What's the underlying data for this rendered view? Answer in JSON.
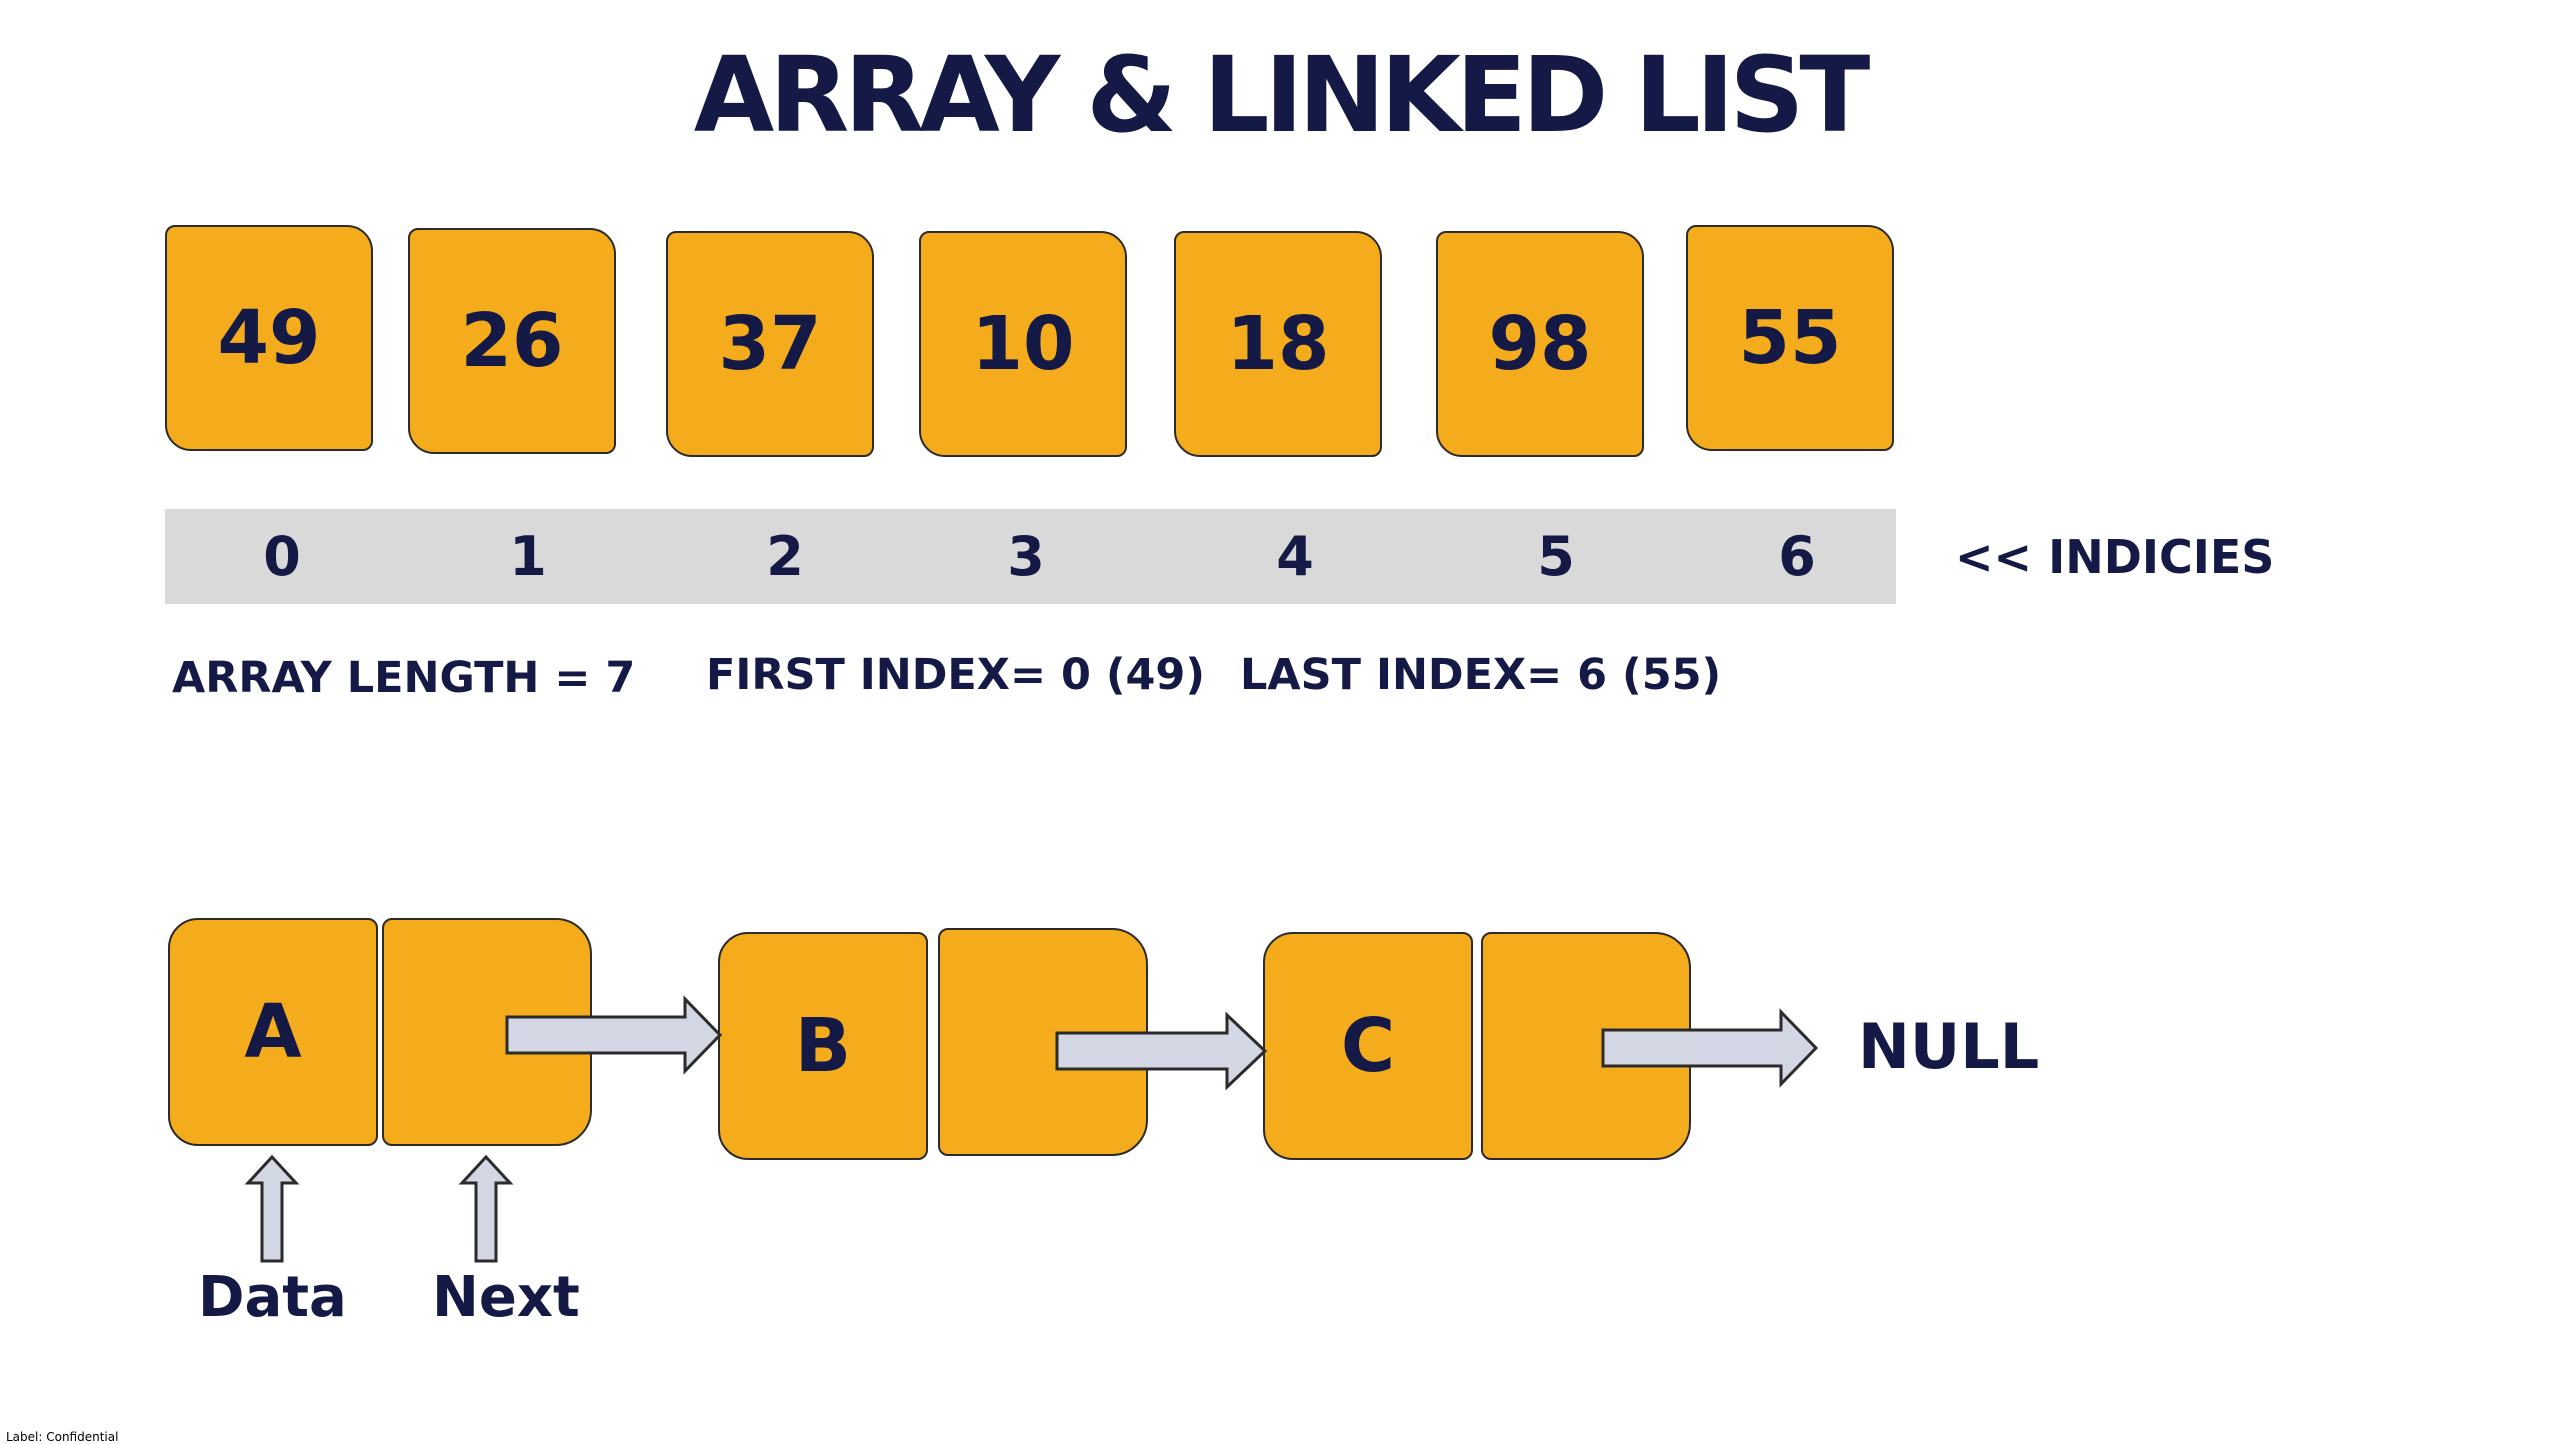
{
  "title": "ARRAY & LINKED LIST",
  "array": {
    "values": [
      "49",
      "26",
      "37",
      "10",
      "18",
      "98",
      "55"
    ],
    "indices": [
      "0",
      "1",
      "2",
      "3",
      "4",
      "5",
      "6"
    ],
    "indices_label": "<< INDICIES",
    "length_label": "ARRAY LENGTH = 7",
    "first_index_label": "FIRST INDEX= 0 (49)",
    "last_index_label": "LAST INDEX= 6 (55)"
  },
  "linked_list": {
    "nodes": [
      "A",
      "B",
      "C"
    ],
    "terminator": "NULL",
    "data_label": "Data",
    "next_label": "Next"
  },
  "footer": "Label: Confidential",
  "colors": {
    "box_fill": "#f4ab1c",
    "text": "#141a45",
    "index_bar": "#d9d9d9",
    "arrow_fill": "#d3d6e3"
  }
}
